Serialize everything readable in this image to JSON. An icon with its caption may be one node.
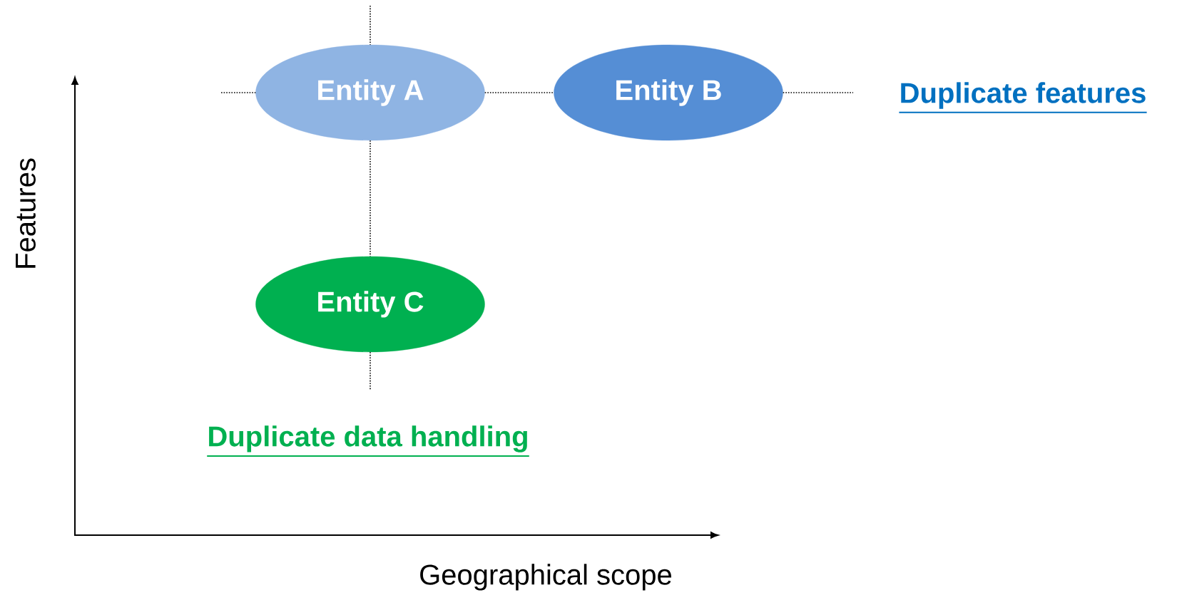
{
  "diagram": {
    "nodes": [
      {
        "text": [
          "Entity A"
        ]
      },
      {
        "text": [
          "Entity B"
        ]
      },
      {
        "text": [
          "Entity C"
        ]
      }
    ],
    "edges": [
      {
        "from": 0,
        "to": 1,
        "arrow": "none",
        "style": "dashed"
      },
      {
        "from": 0,
        "to": 2,
        "arrow": "none",
        "style": "dashed"
      },
      {
        "from": null,
        "to": 0,
        "arrow": "none",
        "style": "dashed"
      },
      {
        "from": null,
        "to": 0,
        "arrow": "none",
        "style": "dashed"
      },
      {
        "from": 1,
        "to": null,
        "arrow": "none",
        "style": "dashed"
      },
      {
        "from": 2,
        "to": null,
        "arrow": "none",
        "style": "dashed"
      }
    ],
    "labels": [
      "Duplicate features",
      "Duplicate data handling",
      "Features",
      "Geographical scope"
    ]
  }
}
